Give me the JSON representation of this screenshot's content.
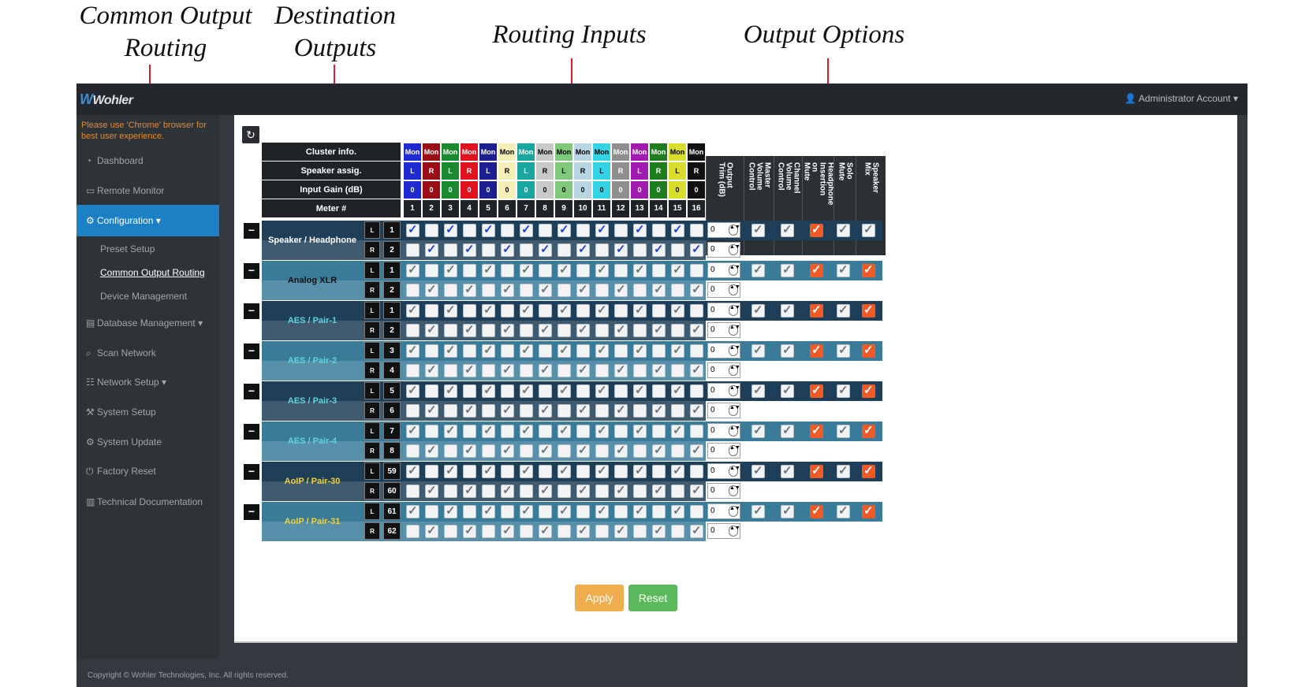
{
  "callouts": {
    "common_output_routing": "Common Output\nRouting",
    "destination_outputs": "Destination\nOutputs",
    "routing_inputs": "Routing Inputs",
    "output_options": "Output Options"
  },
  "app": {
    "logo": "Wohler",
    "account": "Administrator Account"
  },
  "sidebar": {
    "warning": "Please use 'Chrome' browser for best user experience.",
    "items": [
      {
        "label": "Dashboard",
        "icon": "dashboard-icon"
      },
      {
        "label": "Remote Monitor",
        "icon": "monitor-icon"
      },
      {
        "label": "Configuration",
        "icon": "cogs-icon",
        "active": true
      },
      {
        "label": "Preset Setup",
        "sub": true
      },
      {
        "label": "Common Output Routing",
        "sub": true,
        "current": true
      },
      {
        "label": "Device Management",
        "sub": true
      },
      {
        "label": "Database Management",
        "icon": "database-icon"
      },
      {
        "label": "Scan Network",
        "icon": "search-icon"
      },
      {
        "label": "Network Setup",
        "icon": "sitemap-icon"
      },
      {
        "label": "System Setup",
        "icon": "wrench-icon"
      },
      {
        "label": "System Update",
        "icon": "gear-icon"
      },
      {
        "label": "Factory Reset",
        "icon": "power-icon"
      },
      {
        "label": "Technical Documentation",
        "icon": "book-icon"
      }
    ]
  },
  "footer": "Copyright © Wohler Technologies, Inc. All rights reserved.",
  "routing": {
    "headers": {
      "cluster": "Cluster info.",
      "speaker": "Speaker assig.",
      "gain": "Input Gain (dB)",
      "meter": "Meter #"
    },
    "cluster_label": "Mon",
    "inputs": [
      {
        "color": "#1f2bd1",
        "speaker": "L",
        "gain": "0",
        "meter": "1"
      },
      {
        "color": "#9b0d14",
        "speaker": "R",
        "gain": "0",
        "meter": "2"
      },
      {
        "color": "#1a8a2e",
        "speaker": "L",
        "gain": "0",
        "meter": "3"
      },
      {
        "color": "#e0121e",
        "speaker": "R",
        "gain": "0",
        "meter": "4"
      },
      {
        "color": "#1b1f8f",
        "speaker": "L",
        "gain": "0",
        "meter": "5"
      },
      {
        "color": "#f6f0b8",
        "speaker": "R",
        "gain": "0",
        "meter": "6"
      },
      {
        "color": "#1aa6a0",
        "speaker": "L",
        "gain": "0",
        "meter": "7"
      },
      {
        "color": "#c9c9c9",
        "speaker": "R",
        "gain": "0",
        "meter": "8"
      },
      {
        "color": "#7fc97a",
        "speaker": "L",
        "gain": "0",
        "meter": "9"
      },
      {
        "color": "#b9d5e3",
        "speaker": "R",
        "gain": "0",
        "meter": "10"
      },
      {
        "color": "#33d4e6",
        "speaker": "L",
        "gain": "0",
        "meter": "11"
      },
      {
        "color": "#8f8f8f",
        "speaker": "R",
        "gain": "0",
        "meter": "12"
      },
      {
        "color": "#a11bb0",
        "speaker": "L",
        "gain": "0",
        "meter": "13"
      },
      {
        "color": "#1f7d1f",
        "speaker": "R",
        "gain": "0",
        "meter": "14"
      },
      {
        "color": "#d8de2b",
        "speaker": "L",
        "gain": "0",
        "meter": "15"
      },
      {
        "color": "#111111",
        "speaker": "R",
        "gain": "0",
        "meter": "16"
      }
    ],
    "outputs": [
      {
        "name": "Speaker / Headphone",
        "name_color": "#ffffff",
        "channels": [
          "1",
          "2"
        ],
        "bg": "#1f3e57",
        "selected": true
      },
      {
        "name": "Analog XLR",
        "name_color": "#111111",
        "channels": [
          "1",
          "2"
        ],
        "bg": "#3b7b9a"
      },
      {
        "name": "AES / Pair-1",
        "name_color": "#5fd4e0",
        "channels": [
          "1",
          "2"
        ],
        "bg": "#1f3e57"
      },
      {
        "name": "AES / Pair-2",
        "name_color": "#5fd4e0",
        "channels": [
          "3",
          "4"
        ],
        "bg": "#3b7b9a"
      },
      {
        "name": "AES / Pair-3",
        "name_color": "#5fd4e0",
        "channels": [
          "5",
          "6"
        ],
        "bg": "#1f3e57"
      },
      {
        "name": "AES / Pair-4",
        "name_color": "#5fd4e0",
        "channels": [
          "7",
          "8"
        ],
        "bg": "#3b7b9a"
      },
      {
        "name": "AoIP / Pair-30",
        "name_color": "#f0d23a",
        "channels": [
          "59",
          "60"
        ],
        "bg": "#1f3e57"
      },
      {
        "name": "AoIP / Pair-31",
        "name_color": "#f0d23a",
        "channels": [
          "61",
          "62"
        ],
        "bg": "#3b7b9a"
      }
    ],
    "lr_labels": [
      "L",
      "R"
    ],
    "trim_value": "0",
    "option_headers": [
      "Output\nTrim (dB)",
      "Master\nVolume\nControl",
      "Channel\nVolume\nControl",
      "Headphone\nInsertion\non\nMute",
      "Solo\nMute",
      "Speaker\nMix"
    ]
  },
  "buttons": {
    "apply": "Apply",
    "reset": "Reset"
  },
  "colors": {
    "accent": "#1b80c4",
    "callout_line": "#e01b24",
    "apply": "#f0ad4e",
    "reset": "#5cb85c",
    "option_checked": "#f15a24"
  }
}
